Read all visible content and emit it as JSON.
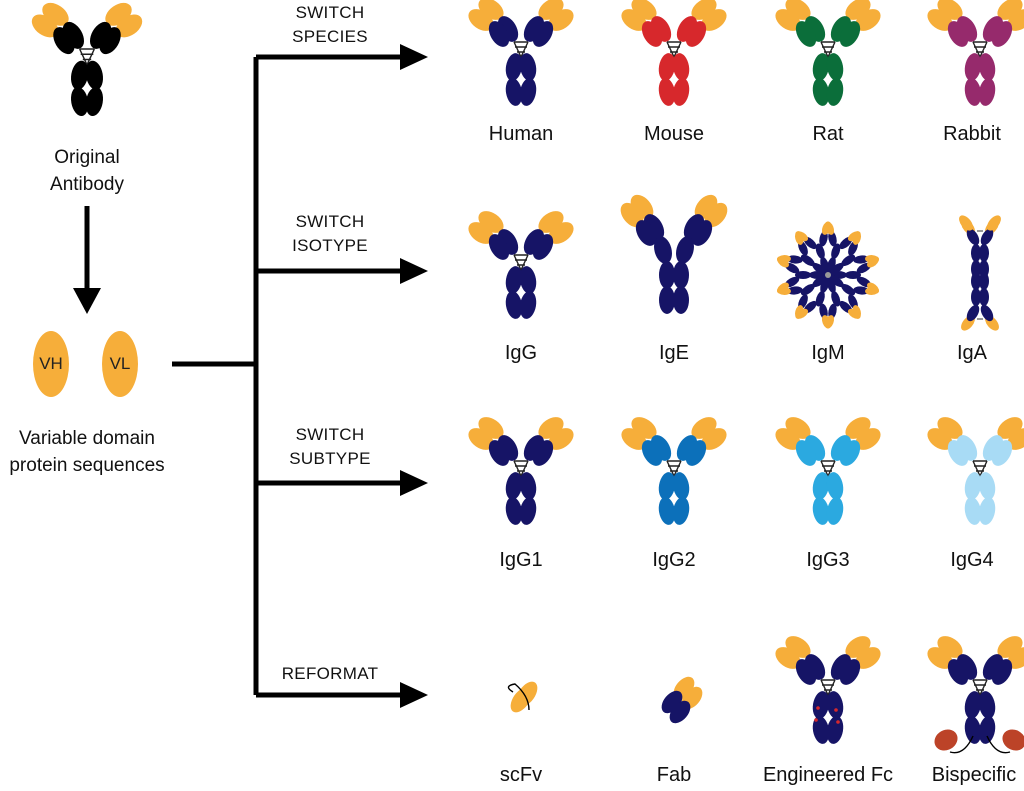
{
  "original": {
    "label_line1": "Original",
    "label_line2": "Antibody"
  },
  "variable_domains": {
    "vh": "VH",
    "vl": "VL",
    "label_line1": "Variable domain",
    "label_line2": "protein sequences"
  },
  "colors": {
    "black": "#000000",
    "orange": "#F6AE3A",
    "navy": "#161466",
    "mouse_red": "#D7282C",
    "rat_green": "#0B6E3A",
    "rabbit_purple": "#962A6C",
    "igg2_blue": "#0C70BA",
    "igg3_blue": "#2BA9E0",
    "igg4_blue": "#A8DBF5",
    "bispecific_red": "#BC4328"
  },
  "sections": [
    {
      "line1": "SWITCH",
      "line2": "SPECIES",
      "items": [
        {
          "label": "Human",
          "variant": "standard",
          "color": "#161466"
        },
        {
          "label": "Mouse",
          "variant": "standard",
          "color": "#D7282C"
        },
        {
          "label": "Rat",
          "variant": "standard",
          "color": "#0B6E3A"
        },
        {
          "label": "Rabbit",
          "variant": "standard",
          "color": "#962A6C"
        }
      ]
    },
    {
      "line1": "SWITCH",
      "line2": "ISOTYPE",
      "items": [
        {
          "label": "IgG",
          "variant": "standard",
          "color": "#161466"
        },
        {
          "label": "IgE",
          "variant": "ige",
          "color": "#161466"
        },
        {
          "label": "IgM",
          "variant": "pentamer",
          "color": "#161466"
        },
        {
          "label": "IgA",
          "variant": "dimer",
          "color": "#161466"
        }
      ]
    },
    {
      "line1": "SWITCH",
      "line2": "SUBTYPE",
      "items": [
        {
          "label": "IgG1",
          "variant": "standard",
          "color": "#161466"
        },
        {
          "label": "IgG2",
          "variant": "standard",
          "color": "#0C70BA"
        },
        {
          "label": "IgG3",
          "variant": "standard",
          "color": "#2BA9E0"
        },
        {
          "label": "IgG4",
          "variant": "standard",
          "color": "#A8DBF5"
        }
      ]
    },
    {
      "line1": "REFORMAT",
      "line2": "",
      "items": [
        {
          "label": "scFv",
          "variant": "scfv",
          "color": "#F6AE3A"
        },
        {
          "label": "Fab",
          "variant": "fab",
          "color": "#161466"
        },
        {
          "label": "Engineered Fc",
          "variant": "engineered",
          "color": "#161466"
        },
        {
          "label": "Bispecific",
          "variant": "bispecific",
          "color": "#161466"
        }
      ]
    }
  ]
}
